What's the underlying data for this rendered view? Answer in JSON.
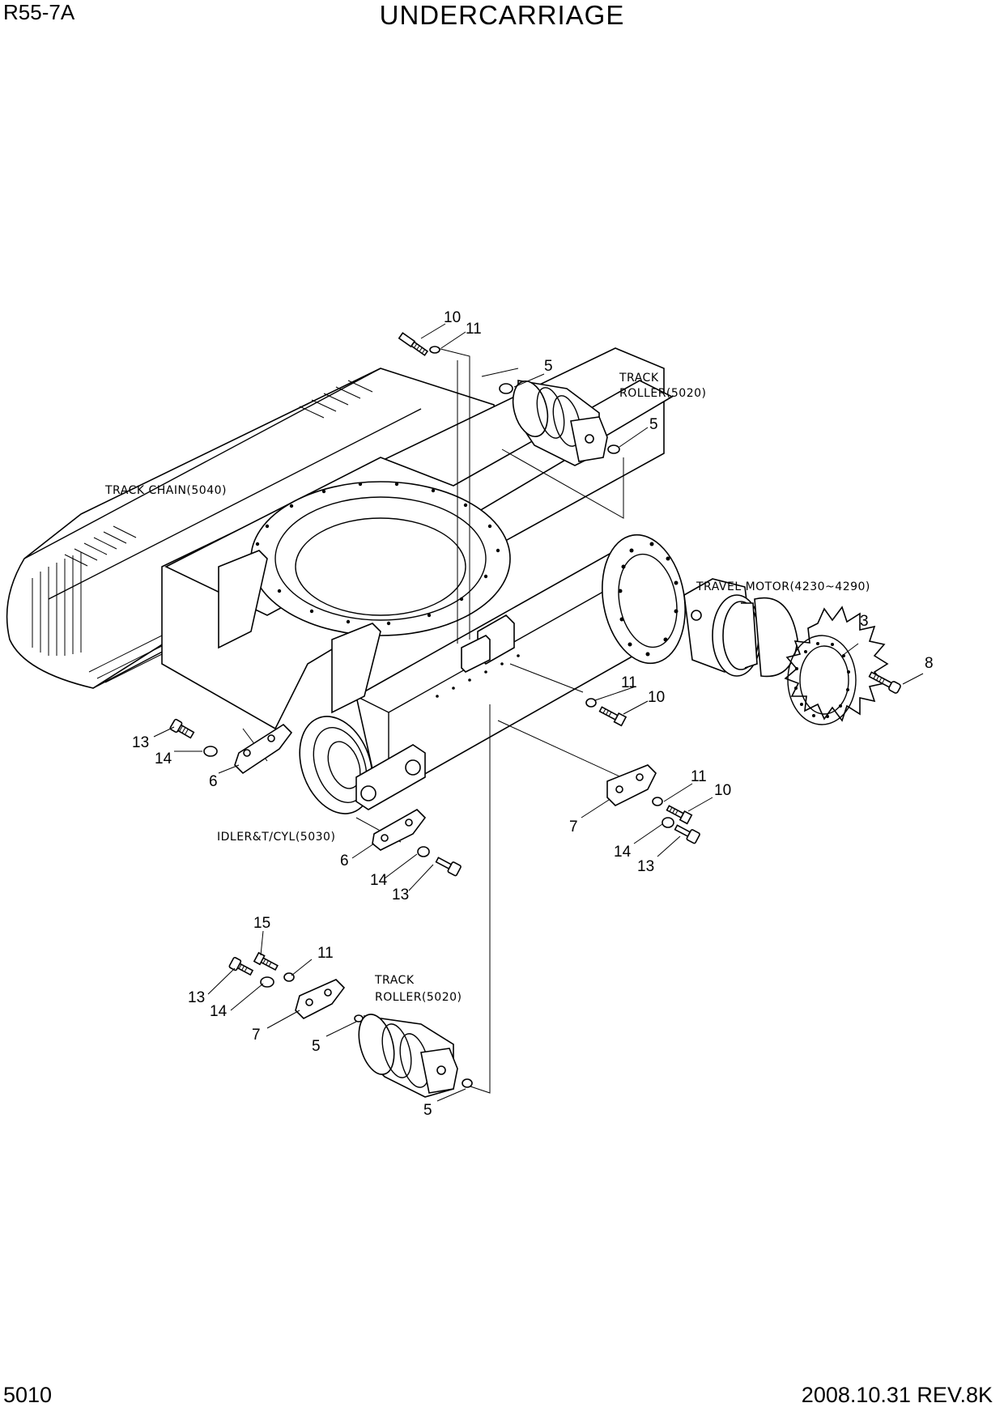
{
  "header": {
    "model": "R55-7A",
    "title": "UNDERCARRIAGE"
  },
  "footer": {
    "page_number": "5010",
    "revision": "2008.10.31  REV.8K"
  },
  "references": {
    "track_roller_top_1": "TRACK",
    "track_roller_top_2": "ROLLER(5020)",
    "track_chain": "TRACK CHAIN(5040)",
    "travel_motor": "TRAVEL MOTOR(4230~4290)",
    "idler": "IDLER&T/CYL(5030)",
    "track_roller_bottom_1": "TRACK",
    "track_roller_bottom_2": "ROLLER(5020)"
  },
  "callouts": {
    "c10a": "10",
    "c11a": "11",
    "c5a": "5",
    "c5b": "5",
    "c3": "3",
    "c8": "8",
    "c11b": "11",
    "c10b": "10",
    "c13a": "13",
    "c14a": "14",
    "c6a": "6",
    "c11c": "11",
    "c10c": "10",
    "c7a": "7",
    "c14b": "14",
    "c13b": "13",
    "c6b": "6",
    "c14c": "14",
    "c13c": "13",
    "c15": "15",
    "c11d": "11",
    "c13d": "13",
    "c14d": "14",
    "c7b": "7",
    "c5c": "5",
    "c5d": "5"
  }
}
